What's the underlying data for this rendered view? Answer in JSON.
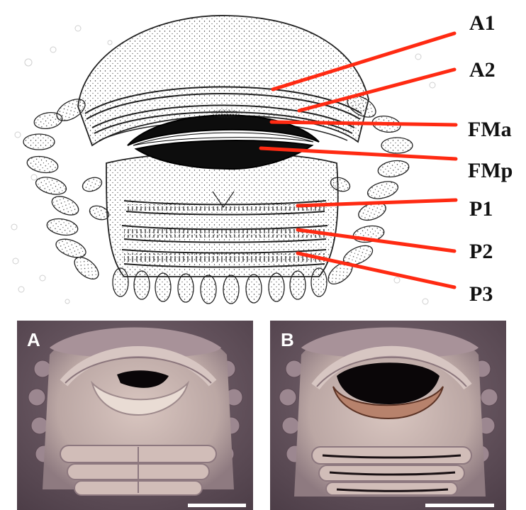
{
  "labels": [
    {
      "id": "A1",
      "text": "A1"
    },
    {
      "id": "A2",
      "text": "A2"
    },
    {
      "id": "FMa",
      "text": "FMa"
    },
    {
      "id": "FMp",
      "text": "FMp"
    },
    {
      "id": "P1",
      "text": "P1"
    },
    {
      "id": "P2",
      "text": "P2"
    },
    {
      "id": "P3",
      "text": "P3"
    }
  ],
  "photos": [
    {
      "id": "A",
      "letter": "A"
    },
    {
      "id": "B",
      "letter": "B"
    }
  ],
  "colors": {
    "leader_line": "#ff2a12",
    "label_text": "#111111",
    "photo_bg": "#6c5a66",
    "photo_disc": "#d8c3bc",
    "mouth": "#0a0608",
    "panel_letter": "#ffffff",
    "scale_bar": "#ffffff"
  }
}
